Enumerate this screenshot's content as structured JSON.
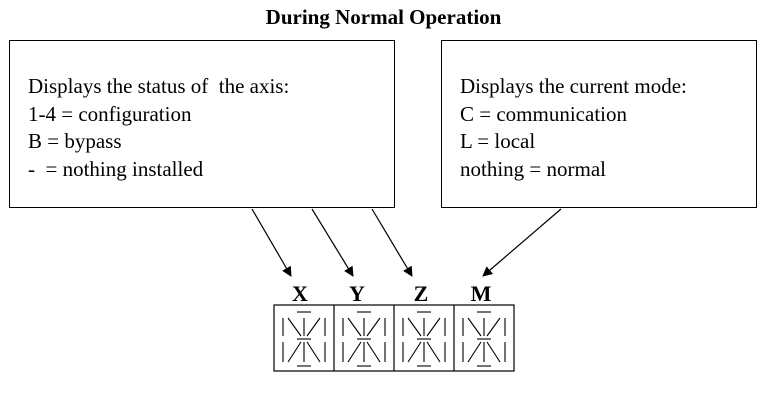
{
  "title": "During Normal Operation",
  "status_box": {
    "lines": [
      "Displays the status of  the axis:",
      "1-4 = configuration",
      "B = bypass",
      "-  = nothing installed"
    ]
  },
  "mode_box": {
    "lines": [
      "Displays the current mode:",
      "C = communication",
      "L = local",
      "nothing = normal"
    ]
  },
  "display": {
    "labels": [
      "X",
      "Y",
      "Z",
      "M"
    ]
  }
}
